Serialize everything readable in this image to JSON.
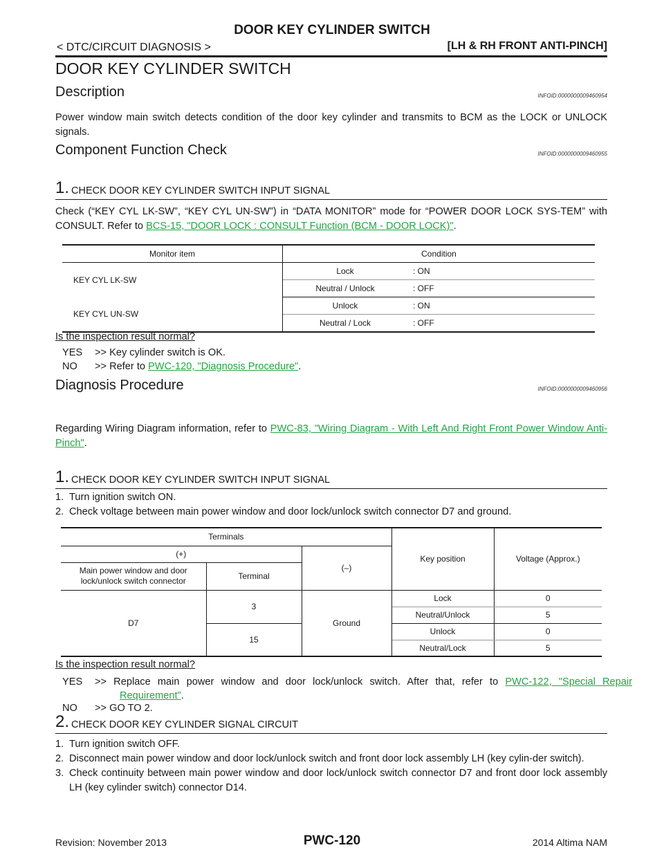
{
  "header": {
    "title": "DOOR KEY CYLINDER SWITCH",
    "section": "< DTC/CIRCUIT DIAGNOSIS >",
    "subsection": "[LH & RH FRONT ANTI-PINCH]"
  },
  "page_title": "DOOR KEY CYLINDER SWITCH",
  "description": {
    "heading": "Description",
    "infoid": "INFOID:0000000009460954",
    "text": "Power window main switch detects condition of the door key cylinder and transmits to BCM as the LOCK or UNLOCK signals."
  },
  "component_check": {
    "heading": "Component Function Check",
    "infoid": "INFOID:0000000009460955",
    "step_number": "1.",
    "step_title": "CHECK DOOR KEY CYLINDER SWITCH INPUT SIGNAL",
    "text_before_link": "Check (“KEY CYL LK-SW”, “KEY CYL UN-SW”) in “DATA MONITOR” mode for “POWER DOOR LOCK SYS-TEM” with CONSULT. Refer to ",
    "link": "BCS-15, \"DOOR LOCK : CONSULT Function (BCM - DOOR LOCK)\"",
    "text_after_link": ".",
    "table": {
      "col_item": "Monitor item",
      "col_condition": "Condition",
      "rows": [
        {
          "item": "KEY CYL LK-SW",
          "state1": "Lock",
          "value1": ": ON",
          "state2": "Neutral / Unlock",
          "value2": ": OFF"
        },
        {
          "item": "KEY CYL UN-SW",
          "state1": "Unlock",
          "value1": ": ON",
          "state2": "Neutral / Lock",
          "value2": ": OFF"
        }
      ]
    },
    "question": "Is the inspection result normal?",
    "yes_label": "YES",
    "yes_text": ">> Key cylinder switch is OK.",
    "no_label": "NO",
    "no_text_before": ">> Refer to ",
    "no_link": "PWC-120, \"Diagnosis Procedure\"",
    "no_text_after": "."
  },
  "diagnosis": {
    "heading": "Diagnosis Procedure",
    "infoid": "INFOID:0000000009460956",
    "intro_before": "Regarding Wiring Diagram information, refer to ",
    "intro_link": "PWC-83, \"Wiring Diagram - With Left And Right Front Power Window Anti-Pinch\"",
    "intro_after": ".",
    "step1": {
      "number": "1.",
      "title": "CHECK DOOR KEY CYLINDER SWITCH INPUT SIGNAL",
      "items": [
        {
          "n": "1.",
          "text": "Turn ignition switch ON."
        },
        {
          "n": "2.",
          "text": "Check voltage between main power window and door lock/unlock switch connector D7 and ground."
        }
      ],
      "table": {
        "terminals": "Terminals",
        "plus": "(+)",
        "minus": "(–)",
        "connector_head": "Main power window and door lock/unlock switch connector",
        "terminal_head": "Terminal",
        "key_position": "Key position",
        "voltage": "Voltage (Approx.)",
        "connector": "D7",
        "ground": "Ground",
        "term_a": "3",
        "term_b": "15",
        "rows": [
          {
            "pos": "Lock",
            "v": "0"
          },
          {
            "pos": "Neutral/Unlock",
            "v": "5"
          },
          {
            "pos": "Unlock",
            "v": "0"
          },
          {
            "pos": "Neutral/Lock",
            "v": "5"
          }
        ]
      },
      "question": "Is the inspection result normal?",
      "yes_label": "YES",
      "yes_text_before": ">> Replace main power window and door lock/unlock switch. After that, refer to ",
      "yes_link": "PWC-122, \"Special Repair Requirement\"",
      "yes_text_after": ".",
      "no_label": "NO",
      "no_text": ">> GO TO 2."
    },
    "step2": {
      "number": "2.",
      "title": "CHECK DOOR KEY CYLINDER SIGNAL CIRCUIT",
      "items": [
        {
          "n": "1.",
          "text": "Turn ignition switch OFF."
        },
        {
          "n": "2.",
          "text": "Disconnect main power window and door lock/unlock switch and front door lock assembly LH (key cylin-der switch)."
        },
        {
          "n": "3.",
          "text": "Check continuity between main power window and door lock/unlock switch connector D7 and front door lock assembly LH (key cylinder switch) connector D14."
        }
      ]
    }
  },
  "footer": {
    "revision": "Revision: November 2013",
    "page": "PWC-120",
    "model": "2014 Altima NAM"
  }
}
